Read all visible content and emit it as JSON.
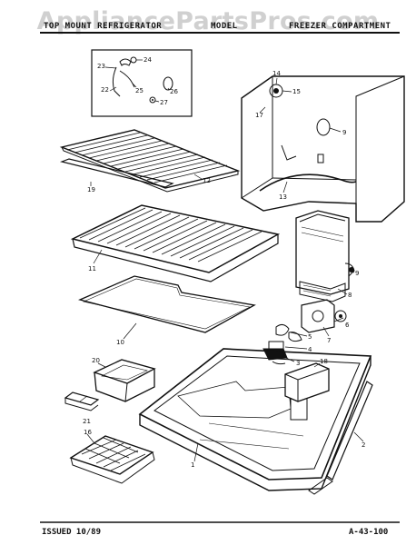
{
  "watermark": "AppliancePartsPros.com",
  "header": {
    "left": "TOP MOUNT REFRIGERATOR",
    "middle": "MODEL",
    "right": "FREEZER COMPARTMENT"
  },
  "footer": {
    "issued": "ISSUED 10/89",
    "page_ref": "A-43-100"
  },
  "callouts": [
    "24",
    "23",
    "22",
    "25",
    "26",
    "27",
    "14",
    "15",
    "17",
    "9",
    "13",
    "19",
    "12",
    "11",
    "10",
    "9",
    "8",
    "7",
    "6",
    "5",
    "4",
    "3",
    "18",
    "20",
    "21",
    "16",
    "2",
    "1"
  ]
}
